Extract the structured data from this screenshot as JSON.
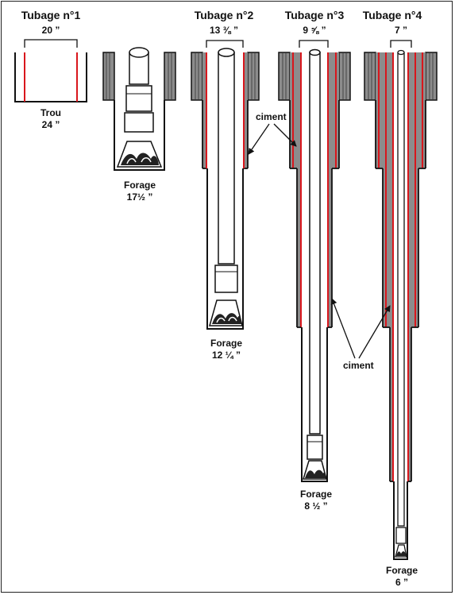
{
  "colors": {
    "casing_liner": "#d9161c",
    "cement": "#8c8c8c",
    "outline": "#111111",
    "background": "#ffffff"
  },
  "casings": [
    {
      "title": "Tubage n°1",
      "diameter": "20 ”",
      "bottom_label": [
        "Trou",
        "24 ”"
      ]
    },
    {
      "title": "",
      "diameter": "",
      "bottom_label": [
        "Forage",
        "17½ ”"
      ]
    },
    {
      "title": "Tubage n°2",
      "diameter": "13 ⅜ ”",
      "bottom_label": [
        "Forage",
        "12 ¼ ”"
      ]
    },
    {
      "title": "Tubage n°3",
      "diameter": "9 ⅝ ”",
      "bottom_label": [
        "Forage",
        "8 ½ ”"
      ]
    },
    {
      "title": "Tubage n°4",
      "diameter": "7 ”",
      "bottom_label": [
        "Forage",
        "6 ”"
      ]
    }
  ],
  "annotations": {
    "cement_upper": "ciment",
    "cement_lower": "ciment"
  }
}
